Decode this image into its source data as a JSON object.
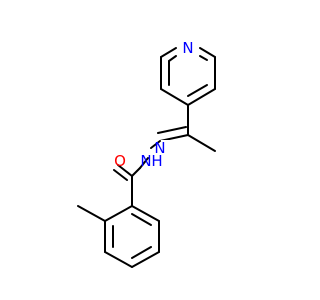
{
  "molecule": {
    "atoms": [
      {
        "id": "n_pyridine",
        "symbol": "N",
        "color": "#0000ff"
      },
      {
        "id": "n_imine",
        "symbol": "N",
        "color": "#0000ff"
      },
      {
        "id": "nh_amide",
        "symbol": "N",
        "h_label": "H",
        "color": "#0000ff"
      },
      {
        "id": "o_carbonyl",
        "symbol": "O",
        "color": "#ff0000"
      }
    ]
  }
}
